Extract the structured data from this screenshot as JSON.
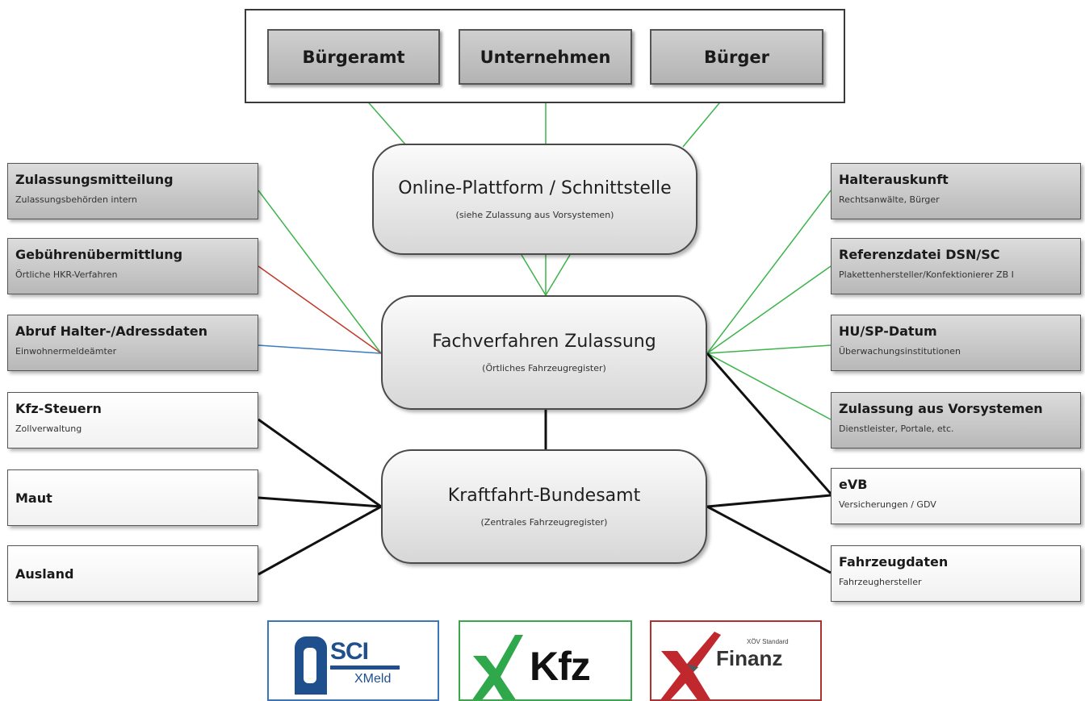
{
  "actors": [
    {
      "id": "buergeramt",
      "label": "Bürgeramt"
    },
    {
      "id": "unternehmen",
      "label": "Unternehmen"
    },
    {
      "id": "buerger",
      "label": "Bürger"
    }
  ],
  "hubs": {
    "online": {
      "title": "Online-Plattform / Schnittstelle",
      "subtitle": "(siehe Zulassung aus Vorsystemen)"
    },
    "fachverfahren": {
      "title": "Fachverfahren Zulassung",
      "subtitle": "(Örtliches Fahrzeugregister)"
    },
    "kba": {
      "title": "Kraftfahrt-Bundesamt",
      "subtitle": "(Zentrales Fahrzeugregister)"
    }
  },
  "left_nodes": [
    {
      "title": "Zulassungsmitteilung",
      "subtitle": "Zulassungsbehörden intern"
    },
    {
      "title": "Gebührenübermittlung",
      "subtitle": "Örtliche HKR-Verfahren"
    },
    {
      "title": "Abruf Halter-/Adressdaten",
      "subtitle": "Einwohnermeldeämter"
    },
    {
      "title": "Kfz-Steuern",
      "subtitle": "Zollverwaltung"
    },
    {
      "title": "Maut",
      "subtitle": ""
    },
    {
      "title": "Ausland",
      "subtitle": ""
    }
  ],
  "right_nodes": [
    {
      "title": "Halterauskunft",
      "subtitle": "Rechtsanwälte, Bürger"
    },
    {
      "title": "Referenzdatei DSN/SC",
      "subtitle": "Plakettenhersteller/Konfektionierer ZB I"
    },
    {
      "title": "HU/SP-Datum",
      "subtitle": "Überwachungsinstitutionen"
    },
    {
      "title": "Zulassung aus Vorsystemen",
      "subtitle": "Dienstleister, Portale, etc."
    },
    {
      "title": "eVB",
      "subtitle": "Versicherungen / GDV"
    },
    {
      "title": "Fahrzeugdaten",
      "subtitle": "Fahrzeughersteller"
    }
  ],
  "logos": {
    "osci": {
      "mark": "SCI",
      "sub": "XMeld"
    },
    "xkfz": {
      "text": "Kfz"
    },
    "xfinanz": {
      "text": "Finanz",
      "small": "XÖV Standard"
    }
  },
  "colors": {
    "green": "#3cb44b",
    "red": "#c0392b",
    "blue": "#3a7cc2",
    "black": "#111111"
  }
}
